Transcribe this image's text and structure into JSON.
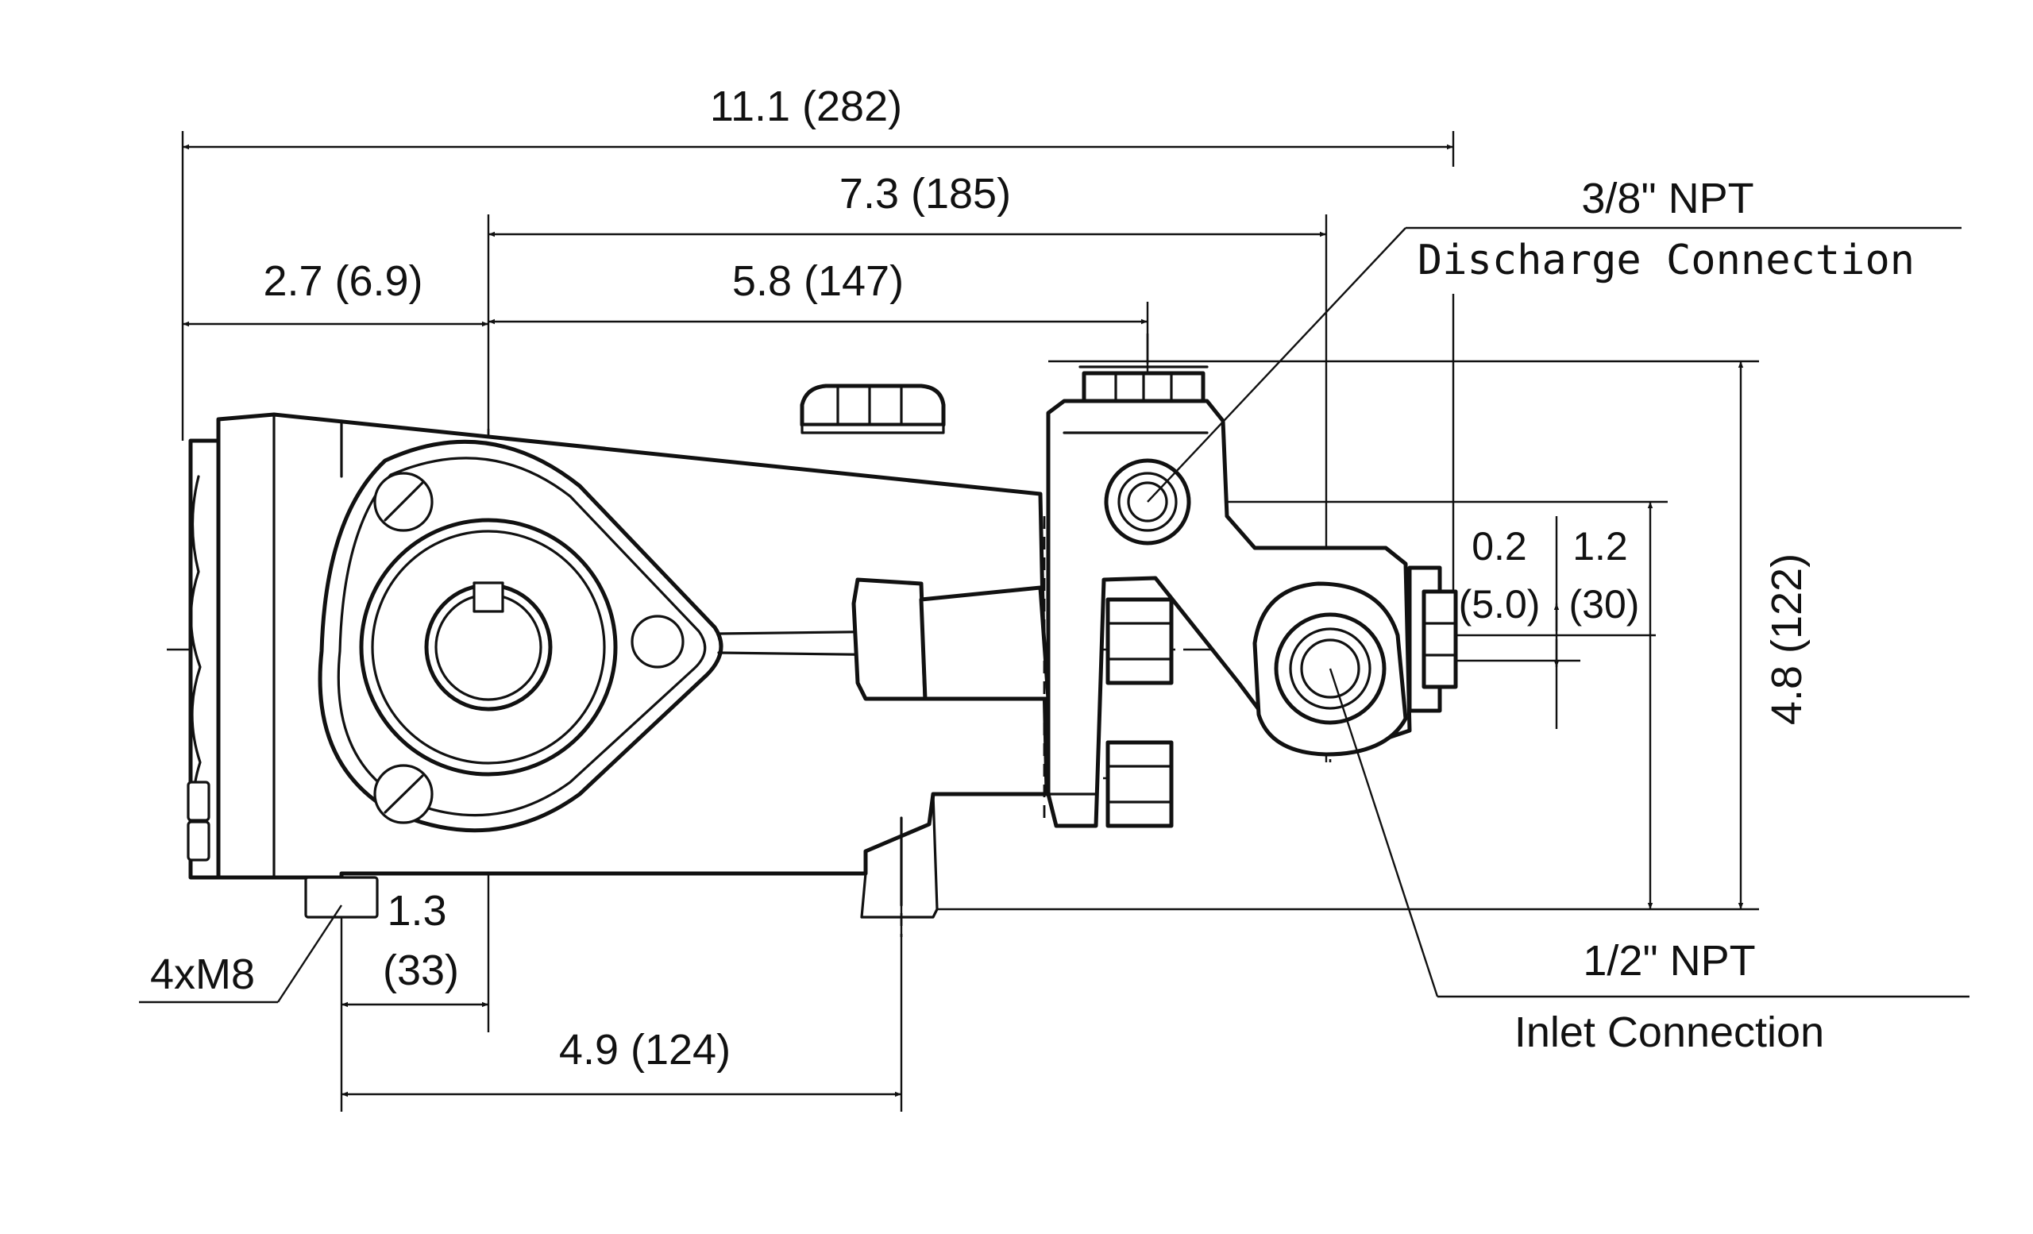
{
  "dimensions": {
    "overall_length": "11.1 (282)",
    "discharge_offset": "7.3 (185)",
    "front_offset": "2.7 (6.9)",
    "valve_offset": "5.8 (147)",
    "foot_offset_in": "1.3",
    "foot_offset_mm": "(33)",
    "mount_spacing": "4.9 (124)",
    "port_offset_in": "0.2",
    "port_offset_mm": "(5.0)",
    "port_rise_in": "1.2",
    "port_rise_mm": "(30)",
    "overall_height": "4.8 (122)"
  },
  "callouts": {
    "discharge_size": "3/8\" NPT",
    "discharge_name": "Discharge Connection",
    "inlet_size": "1/2\" NPT",
    "inlet_name": "Inlet Connection",
    "mount_bolts": "4xM8"
  }
}
